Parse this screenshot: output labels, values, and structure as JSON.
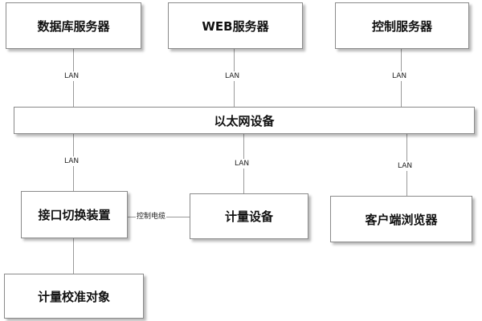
{
  "nodes": {
    "database_server": "数据库服务器",
    "web_server": "WEB服务器",
    "control_server": "控制服务器",
    "ethernet_device": "以太网设备",
    "interface_switch": "接口切换装置",
    "metering_device": "计量设备",
    "client_browser": "客户端浏览器",
    "calibration_object": "计量校准对象"
  },
  "edges": {
    "lan_database": "LAN",
    "lan_web": "LAN",
    "lan_control": "LAN",
    "lan_interface": "LAN",
    "lan_metering": "LAN",
    "lan_client": "LAN",
    "control_cable": "控制电缆"
  },
  "colors": {
    "box_border": "#8a8a8a",
    "line": "#9a9a9a",
    "text": "#111111"
  }
}
